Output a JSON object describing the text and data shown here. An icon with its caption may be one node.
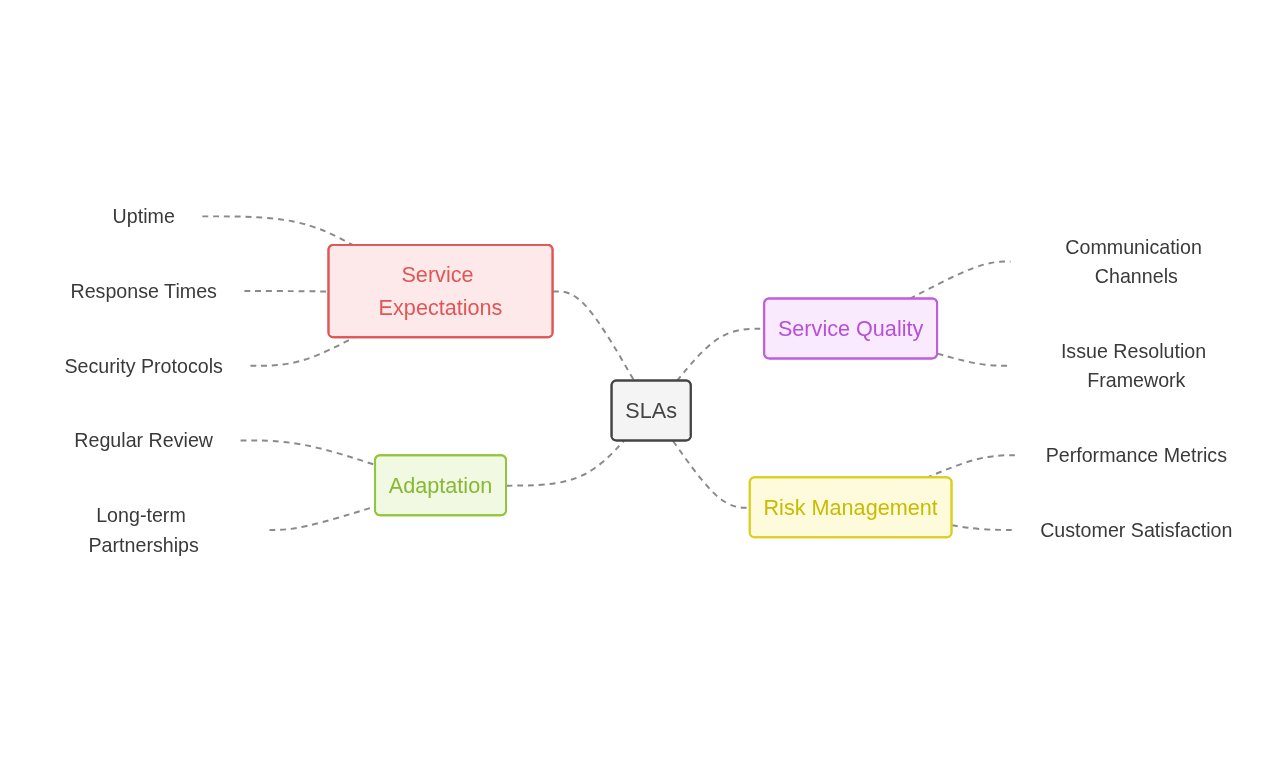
{
  "diagram": {
    "nodes": [
      {
        "text": [
          "Service Expectations"
        ]
      },
      {
        "text": [
          "Uptime"
        ]
      },
      {
        "text": [
          "Response Times"
        ]
      },
      {
        "text": [
          "Security Protocols"
        ]
      },
      {
        "text": [
          "Service Quality"
        ]
      },
      {
        "text": [
          "Communication Channels"
        ]
      },
      {
        "text": [
          "Issue Resolution Framework"
        ]
      },
      {
        "text": [
          "SLAs"
        ]
      },
      {
        "text": [
          "Adaptation"
        ]
      },
      {
        "text": [
          "Risk Management"
        ]
      },
      {
        "text": [
          "Regular Review"
        ]
      },
      {
        "text": [
          "Long-term Partnerships"
        ]
      },
      {
        "text": [
          "Performance Metrics"
        ]
      },
      {
        "text": [
          "Customer Satisfaction"
        ]
      }
    ],
    "edges": [
      {
        "from": 0,
        "to": 7,
        "arrow": "none",
        "style": "dashed"
      },
      {
        "from": 8,
        "to": 7,
        "arrow": "none",
        "style": "dashed"
      },
      {
        "from": 7,
        "to": 4,
        "arrow": "none",
        "style": "dashed"
      },
      {
        "from": 7,
        "to": 9,
        "arrow": "none",
        "style": "dashed"
      },
      {
        "from": 1,
        "to": 0,
        "arrow": "none",
        "style": "dashed"
      },
      {
        "from": 2,
        "to": 0,
        "arrow": "none",
        "style": "dashed"
      },
      {
        "from": 3,
        "to": 0,
        "arrow": "none",
        "style": "dashed"
      },
      {
        "from": 4,
        "to": 5,
        "arrow": "none",
        "style": "dashed"
      },
      {
        "from": 4,
        "to": 6,
        "arrow": "none",
        "style": "dashed"
      },
      {
        "from": 10,
        "to": 8,
        "arrow": "none",
        "style": "dashed"
      },
      {
        "from": 11,
        "to": 8,
        "arrow": "none",
        "style": "dashed"
      },
      {
        "from": 9,
        "to": 12,
        "arrow": "none",
        "style": "dashed"
      },
      {
        "from": 9,
        "to": 13,
        "arrow": "none",
        "style": "dashed"
      }
    ]
  }
}
